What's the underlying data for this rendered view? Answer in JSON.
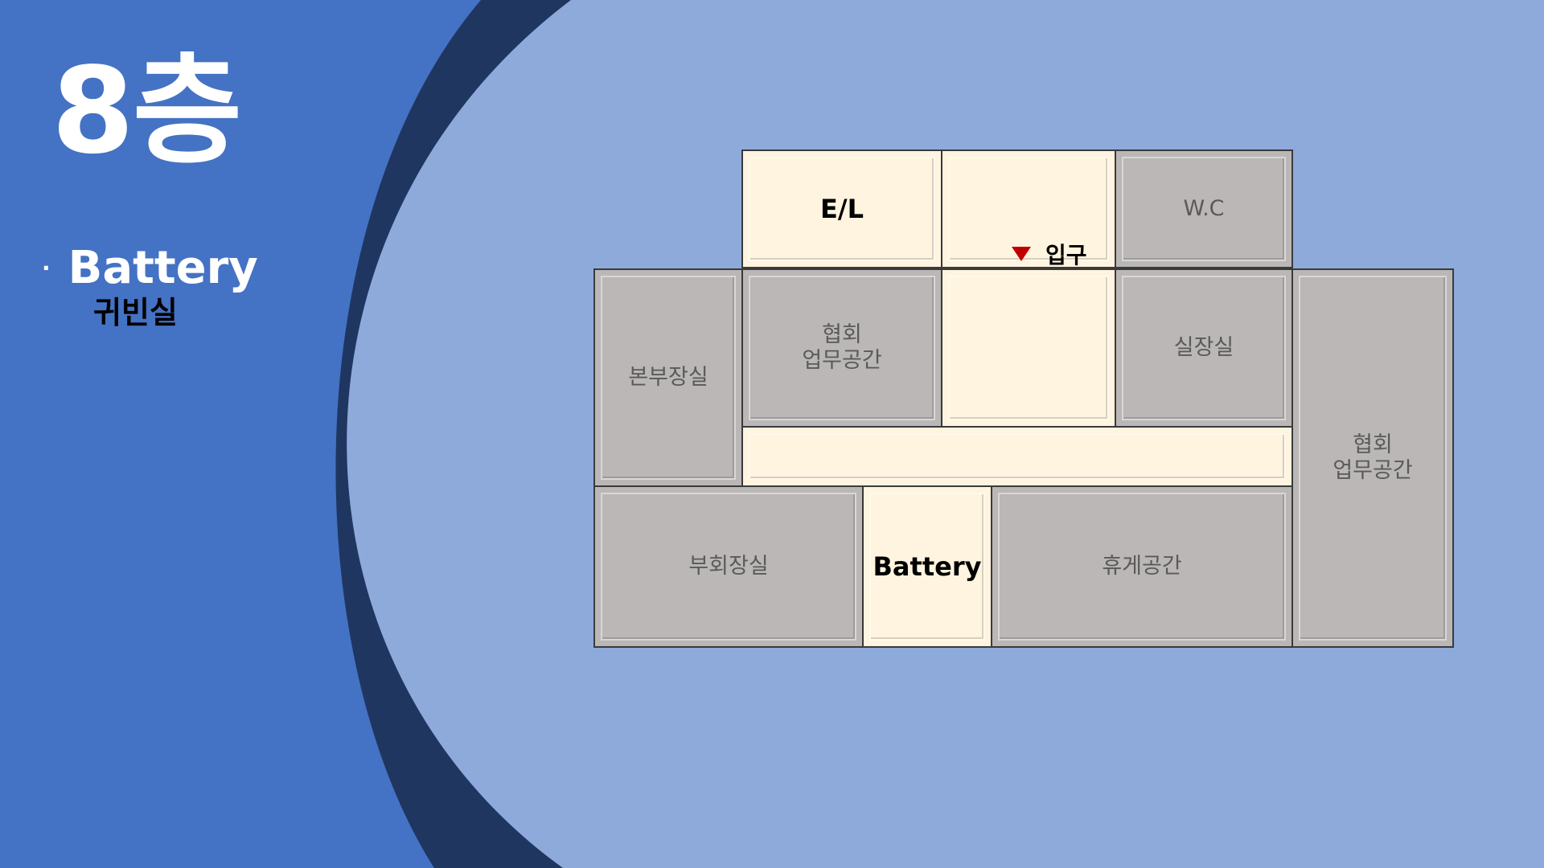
{
  "page": {
    "title": "8층",
    "bullet": "·",
    "bullet_label": "Battery",
    "subtitle": "귀빈실"
  },
  "colors": {
    "left_panel": "#4472c4",
    "arc": "#1f3660",
    "right_panel": "#8eaadb",
    "room_gray": "#bab7b6",
    "room_cream": "#fff4df",
    "entrance_marker": "#c00000"
  },
  "floorplan": {
    "rooms": {
      "elevator": "E/L",
      "lobby_top": "",
      "restroom": "W.C",
      "headquarters_office": "본부장실",
      "association_office_1": "협회\n업무공간",
      "lobby_center": "",
      "director_office": "실장실",
      "association_office_2": "협회\n업무공간",
      "corridor": "",
      "vice_chairman_office": "부회장실",
      "battery": "Battery",
      "lounge": "휴게공간"
    },
    "entrance": {
      "icon": "down-triangle-icon",
      "label": "입구"
    }
  }
}
